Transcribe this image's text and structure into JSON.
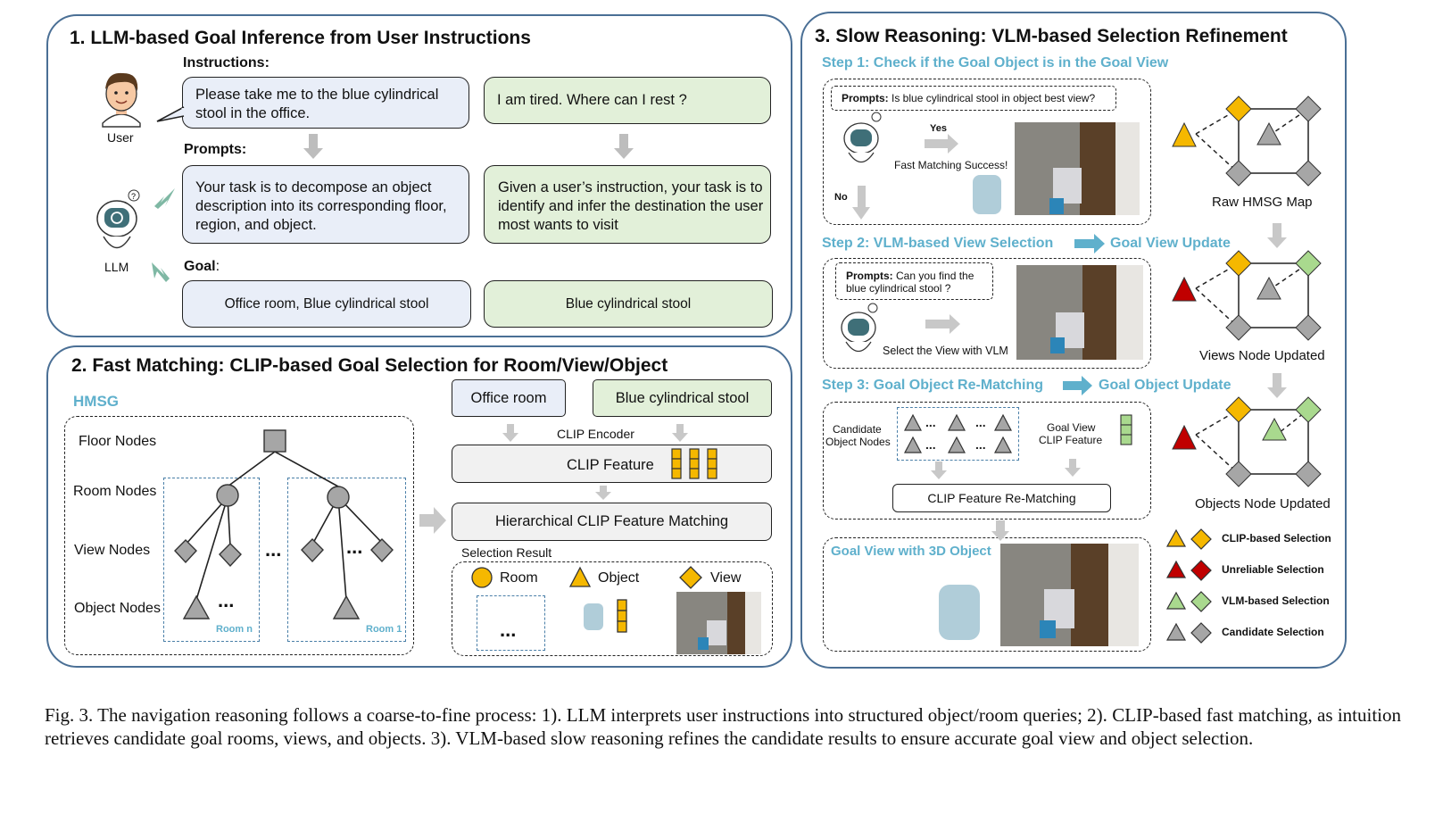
{
  "panel1": {
    "title": "1. LLM-based Goal Inference from User Instructions",
    "instructions_label": "Instructions:",
    "prompts_label": "Prompts:",
    "goal_label": "Goal",
    "goal_colon": ":",
    "user_label": "User",
    "llm_label": "LLM",
    "instruction_1": "Please take me to the blue cylindrical stool in the office.",
    "instruction_2": "I am tired. Where can I rest ?",
    "prompt_1": "Your task is to decompose an object description into its corresponding floor, region, and object.",
    "prompt_2": "Given a user’s instruction, your task is to identify and infer the destination the user most wants to visit",
    "goal_1": "Office room, Blue cylindrical stool",
    "goal_2": "Blue cylindrical stool"
  },
  "panel2": {
    "title": "2. Fast Matching: CLIP-based Goal Selection for Room/View/Object",
    "hmsg_label": "HMSG",
    "floor_nodes": "Floor Nodes",
    "room_nodes": "Room Nodes",
    "view_nodes": "View Nodes",
    "object_nodes": "Object Nodes",
    "room_n": "Room n",
    "room_1": "Room 1",
    "ellipsis": "...",
    "query_1": "Office room",
    "query_2": "Blue cylindrical stool",
    "clip_encoder": "CLIP Encoder",
    "clip_feature": "CLIP Feature",
    "hier_matching": "Hierarchical CLIP Feature Matching",
    "selection_result": "Selection Result",
    "legend_room": "Room",
    "legend_object": "Object",
    "legend_view": "View"
  },
  "panel3": {
    "title": "3. Slow Reasoning: VLM-based Selection Refinement",
    "step1": "Step 1: Check if the Goal Object is in the Goal View",
    "step1_prompt_bold": "Prompts:",
    "step1_prompt": "Is blue cylindrical stool in object best view?",
    "yes": "Yes",
    "no": "No",
    "fast_success": "Fast Matching Success!",
    "step2": "Step 2: VLM-based View Selection",
    "step2_update": "Goal View Update",
    "step2_prompt_bold": "Prompts:",
    "step2_prompt_a": "Can you find the",
    "step2_prompt_b": "blue cylindrical stool ?",
    "select_view": "Select the View with VLM",
    "step3": "Step 3: Goal Object Re-Matching",
    "step3_update": "Goal Object Update",
    "candidate_a": "Candidate",
    "candidate_b": "Object Nodes",
    "goalview_a": "Goal View",
    "goalview_b": "CLIP Feature",
    "rematching": "CLIP Feature Re-Matching",
    "goal_view_3d": "Goal View with 3D Object",
    "map1": "Raw HMSG Map",
    "map2": "Views Node Updated",
    "map3": "Objects Node Updated",
    "legend": [
      "CLIP-based Selection",
      "Unreliable Selection",
      "VLM-based Selection",
      "Candidate Selection"
    ]
  },
  "colors": {
    "border": "#4a6f95",
    "teal": "#5fb0cc",
    "clip": "#f5b800",
    "unreliable": "#c00000",
    "vlm": "#a9d98e",
    "candidate": "#a6a6a6"
  },
  "caption": "Fig. 3.   The navigation reasoning follows a coarse-to-fine process: 1). LLM interprets user instructions into structured object/room queries; 2). CLIP-based fast matching, as intuition retrieves candidate goal rooms, views, and objects. 3). VLM-based slow reasoning refines the candidate results to ensure accurate goal view and object selection."
}
